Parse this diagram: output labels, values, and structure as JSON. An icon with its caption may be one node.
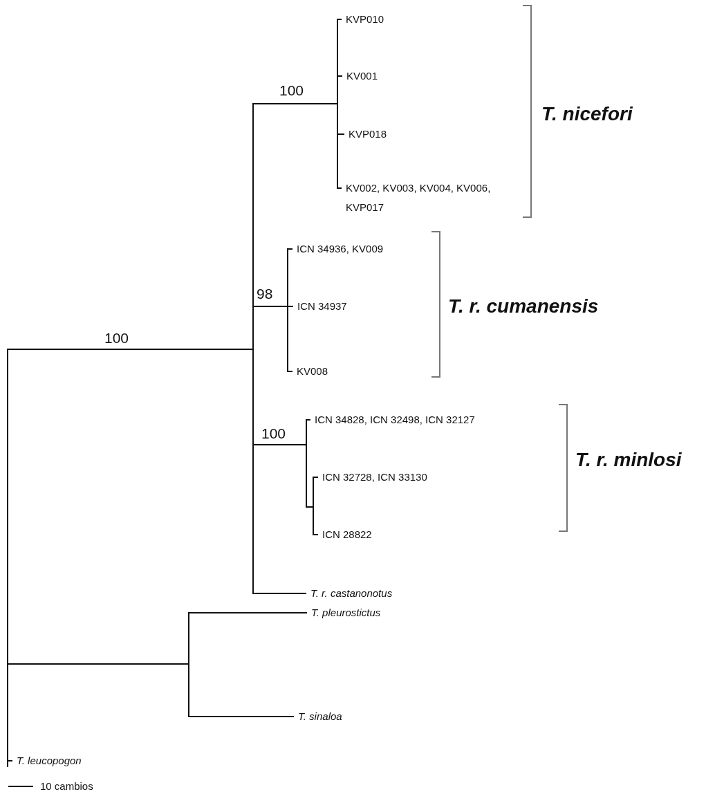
{
  "diagram": {
    "nodes": [
      {
        "text": [],
        "shape": "bar"
      },
      {
        "text": [],
        "shape": "bar"
      },
      {
        "text": [],
        "shape": "bar"
      },
      {
        "text": [
          "KVP010"
        ]
      },
      {
        "text": [
          "KV001"
        ]
      },
      {
        "text": [
          "KVP018"
        ]
      },
      {
        "text": [
          "KV002, KV003, KV004, KV006, KVP017"
        ]
      },
      {
        "text": [],
        "shape": "bar"
      },
      {
        "text": [
          "ICN 34936, KV009"
        ]
      },
      {
        "text": [
          "ICN 34937"
        ]
      },
      {
        "text": [
          "KV008"
        ]
      },
      {
        "text": [],
        "shape": "bar"
      },
      {
        "text": [
          "ICN 34828, ICN 32498, ICN 32127"
        ]
      },
      {
        "text": [],
        "shape": "bar"
      },
      {
        "text": [
          "ICN 32728, ICN 33130"
        ]
      },
      {
        "text": [
          "ICN 28822"
        ]
      },
      {
        "text": [
          "T. r. castanonotus"
        ]
      },
      {
        "text": [],
        "shape": "bar"
      },
      {
        "text": [
          "T. pleurostictus"
        ]
      },
      {
        "text": [
          "T. sinaloa"
        ]
      },
      {
        "text": [
          "T. leucopogon"
        ]
      }
    ],
    "edges": [
      {
        "from": 0,
        "to": 1,
        "arrow": "none",
        "label": "100"
      },
      {
        "from": 1,
        "to": 2,
        "arrow": "none",
        "label": "100"
      },
      {
        "from": 2,
        "to": 3,
        "arrow": "none"
      },
      {
        "from": 2,
        "to": 4,
        "arrow": "none"
      },
      {
        "from": 2,
        "to": 5,
        "arrow": "none"
      },
      {
        "from": 2,
        "to": 6,
        "arrow": "none"
      },
      {
        "from": 1,
        "to": 7,
        "arrow": "none",
        "label": "98"
      },
      {
        "from": 7,
        "to": 8,
        "arrow": "none"
      },
      {
        "from": 7,
        "to": 9,
        "arrow": "none"
      },
      {
        "from": 7,
        "to": 10,
        "arrow": "none"
      },
      {
        "from": 1,
        "to": 11,
        "arrow": "none",
        "label": "100"
      },
      {
        "from": 11,
        "to": 12,
        "arrow": "none"
      },
      {
        "from": 11,
        "to": 13,
        "arrow": "none"
      },
      {
        "from": 13,
        "to": 14,
        "arrow": "none"
      },
      {
        "from": 13,
        "to": 15,
        "arrow": "none"
      },
      {
        "from": 1,
        "to": 16,
        "arrow": "none"
      },
      {
        "from": 0,
        "to": 17,
        "arrow": "none"
      },
      {
        "from": 17,
        "to": 18,
        "arrow": "none"
      },
      {
        "from": 17,
        "to": 19,
        "arrow": "none"
      },
      {
        "from": 0,
        "to": 20,
        "arrow": "none"
      }
    ],
    "labels": [
      "T. nicefori",
      "T. r. cumanensis",
      "T. r. minlosi",
      "10 cambios"
    ]
  }
}
